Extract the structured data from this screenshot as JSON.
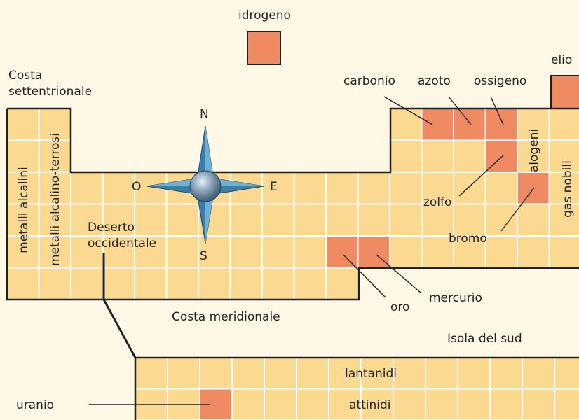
{
  "colors": {
    "background": "#fff8e6",
    "cell_fill": "#fbd991",
    "highlight_fill": "#f08a63",
    "grid_line": "#ffffff",
    "border": "#222222",
    "compass_blue": "#3b7fa8"
  },
  "labels": {
    "hydrogen": "idrogeno",
    "helium": "elio",
    "north_coast_line1": "Costa",
    "north_coast_line2": "settentrionale",
    "carbon": "carbonio",
    "nitrogen": "azoto",
    "oxygen": "ossigeno",
    "alkali_metals": "metalli alcalini",
    "alkaline_earth_metals": "metalli alcalino-terrosi",
    "halogens": "alogeni",
    "noble_gases": "gas nobili",
    "sulfur": "zolfo",
    "bromine": "bromo",
    "west_desert_line1": "Deserto",
    "west_desert_line2": "occidentale",
    "gold": "oro",
    "mercury": "mercurio",
    "south_coast": "Costa meridionale",
    "south_island": "Isola del sud",
    "lanthanides": "lantanidi",
    "actinides": "attinidi",
    "uranium": "uranio"
  },
  "compass": {
    "north": "N",
    "south": "S",
    "east": "E",
    "west": "O"
  }
}
